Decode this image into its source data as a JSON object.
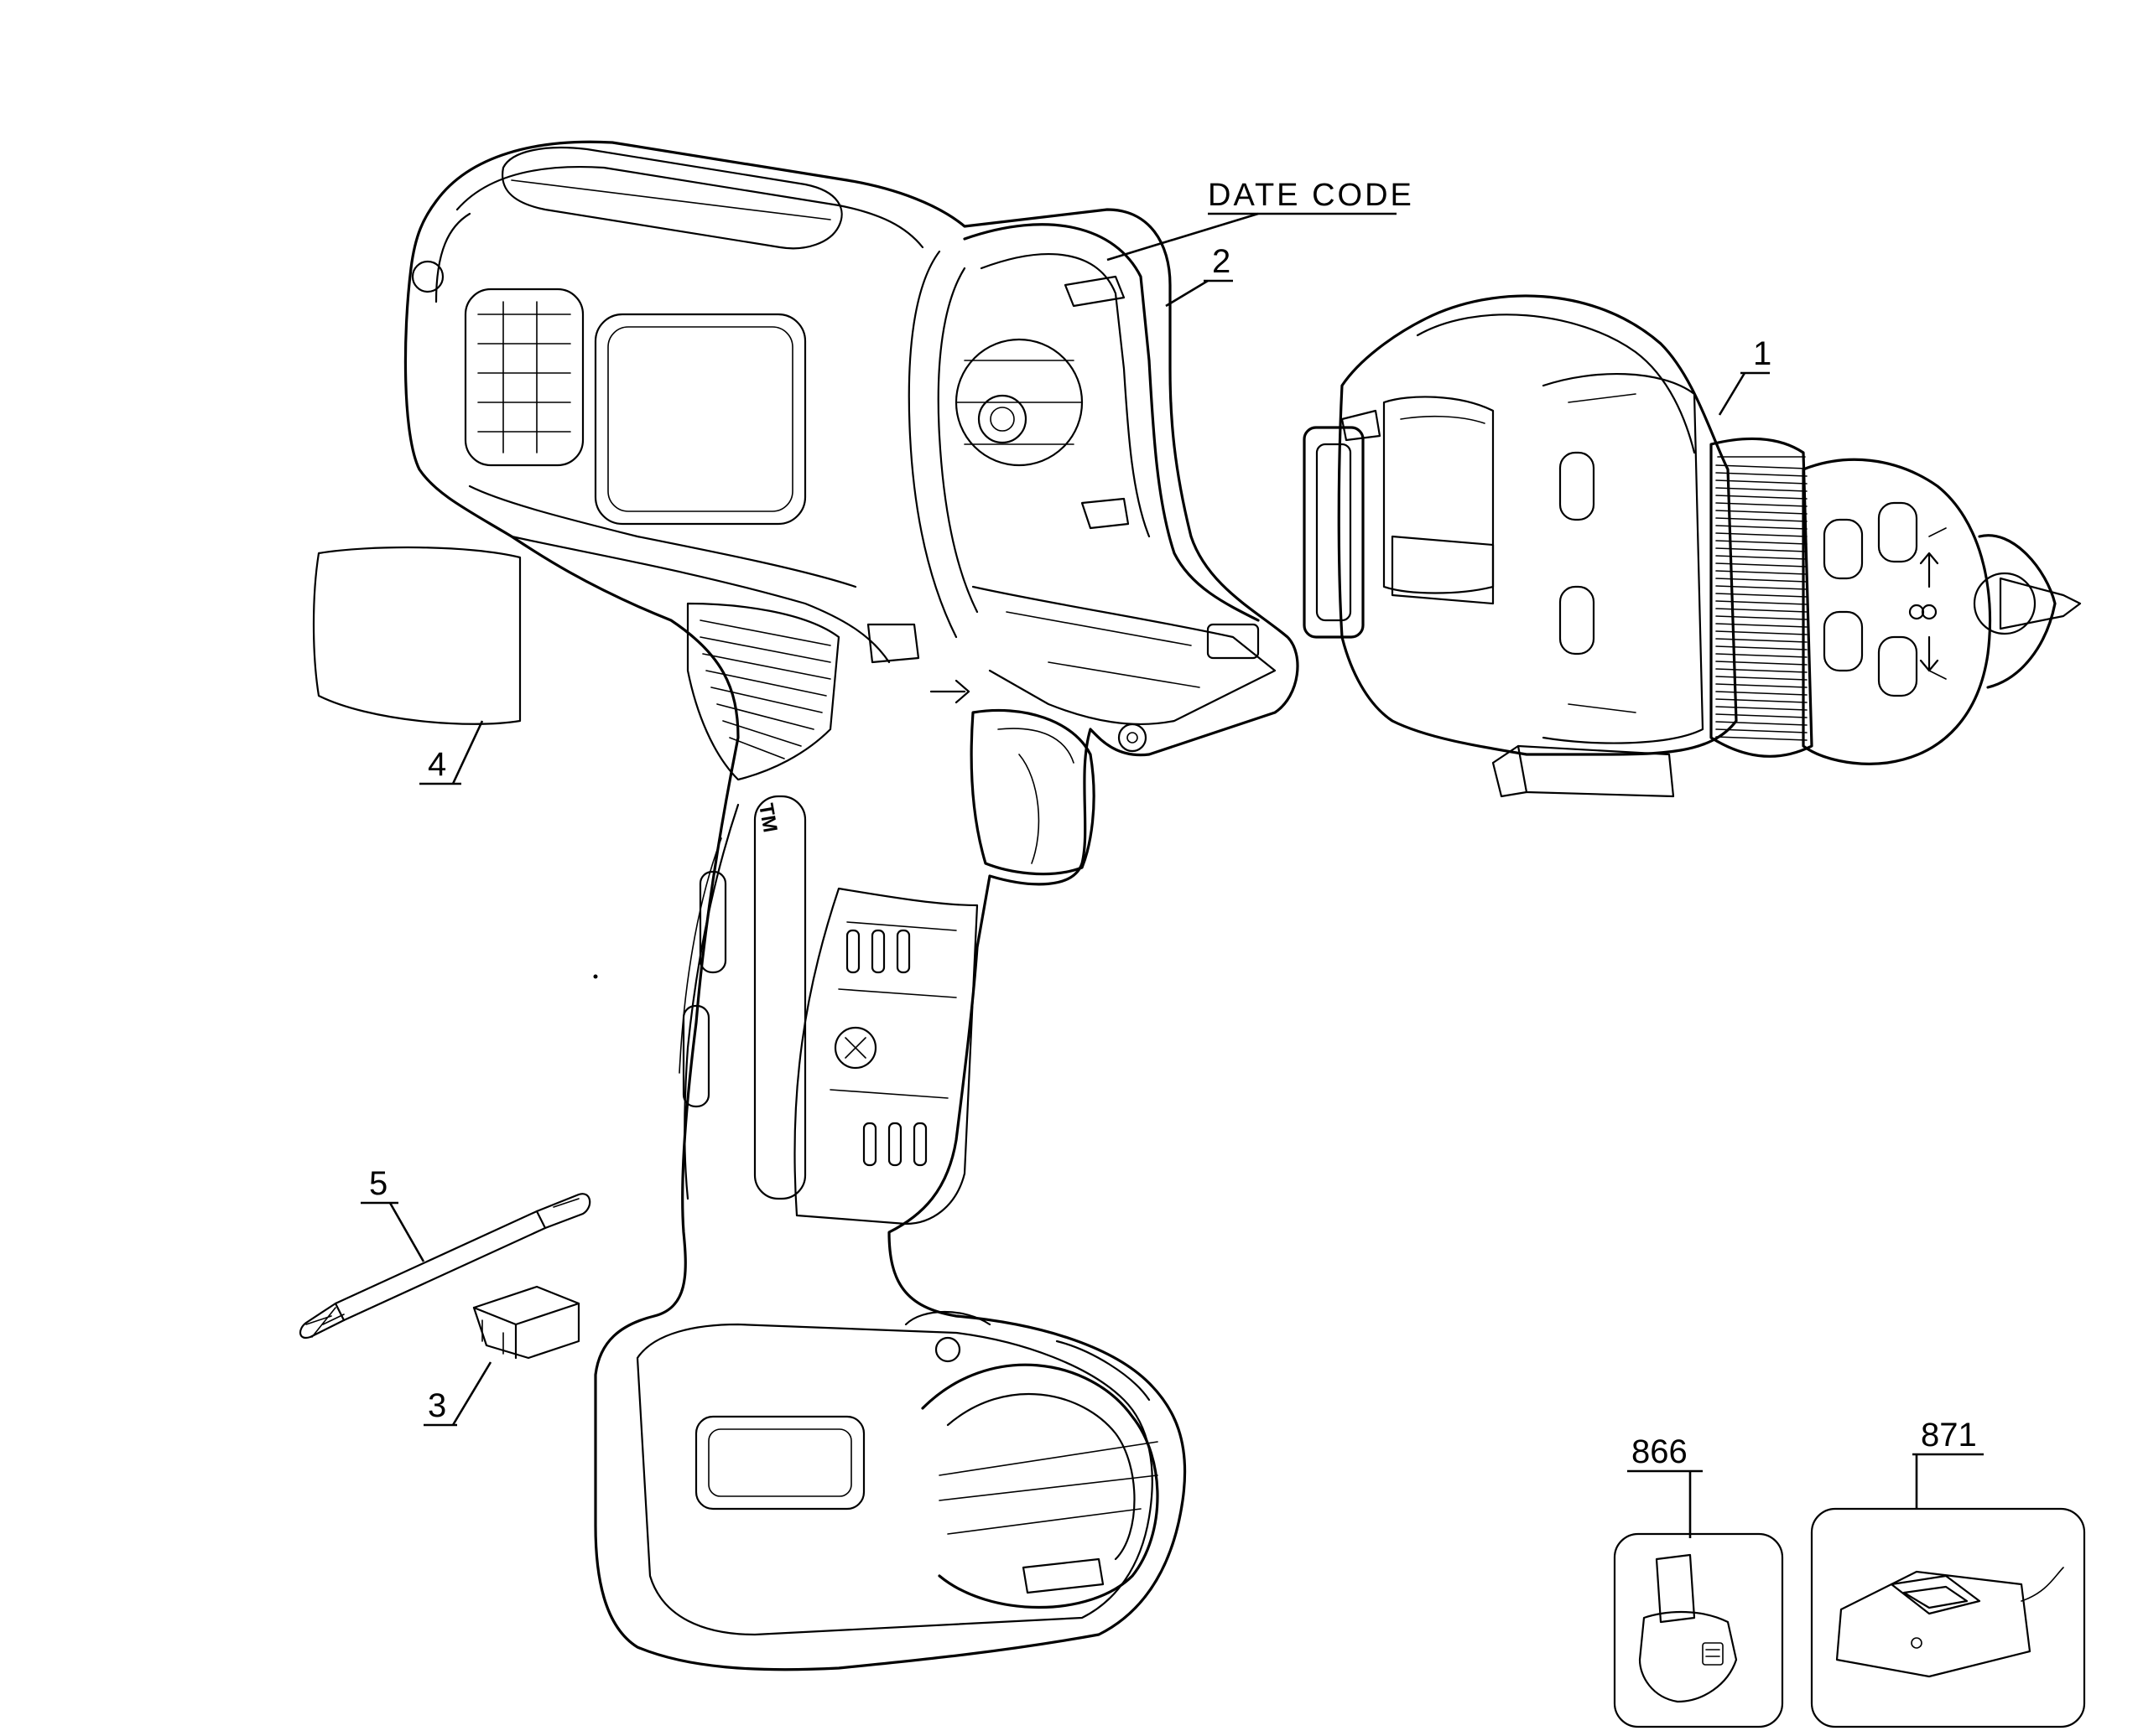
{
  "callouts": {
    "date_code": "DATE CODE",
    "part_1": "1",
    "part_2": "2",
    "part_3": "3",
    "part_4": "4",
    "part_5": "5",
    "part_866": "866",
    "part_871": "871"
  },
  "housing_marking": "TM",
  "colors": {
    "ink": "#000000",
    "paper": "#ffffff"
  }
}
